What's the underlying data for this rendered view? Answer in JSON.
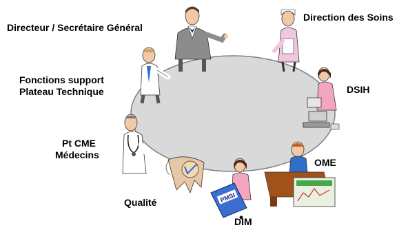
{
  "roles": {
    "directeur": "Directeur / Secrétaire Général",
    "soins": "Direction des Soins",
    "support_line1": "Fonctions support",
    "support_line2": "Plateau Technique",
    "dsih": "DSIH",
    "cme_line1": "Pt CME",
    "cme_line2": "Médecins",
    "ome": "OME",
    "qualite": "Qualité",
    "dim": "DIM"
  },
  "props": {
    "pmsi_label": "PMSI"
  },
  "colors": {
    "table_fill": "#d9d9d9",
    "table_stroke": "#7f7f7f",
    "suit_gray": "#8c8c8c",
    "nurse_pink": "#f2c6e0",
    "shirt_blue": "#2f6ec9",
    "desk_brown": "#a0521a",
    "pink_top": "#f4a6c0"
  },
  "icons": [
    "director-figure",
    "nurse-figure",
    "support-figure",
    "dsih-figure",
    "cme-figure",
    "ome-figure",
    "qualite-figure",
    "dim-figure"
  ]
}
